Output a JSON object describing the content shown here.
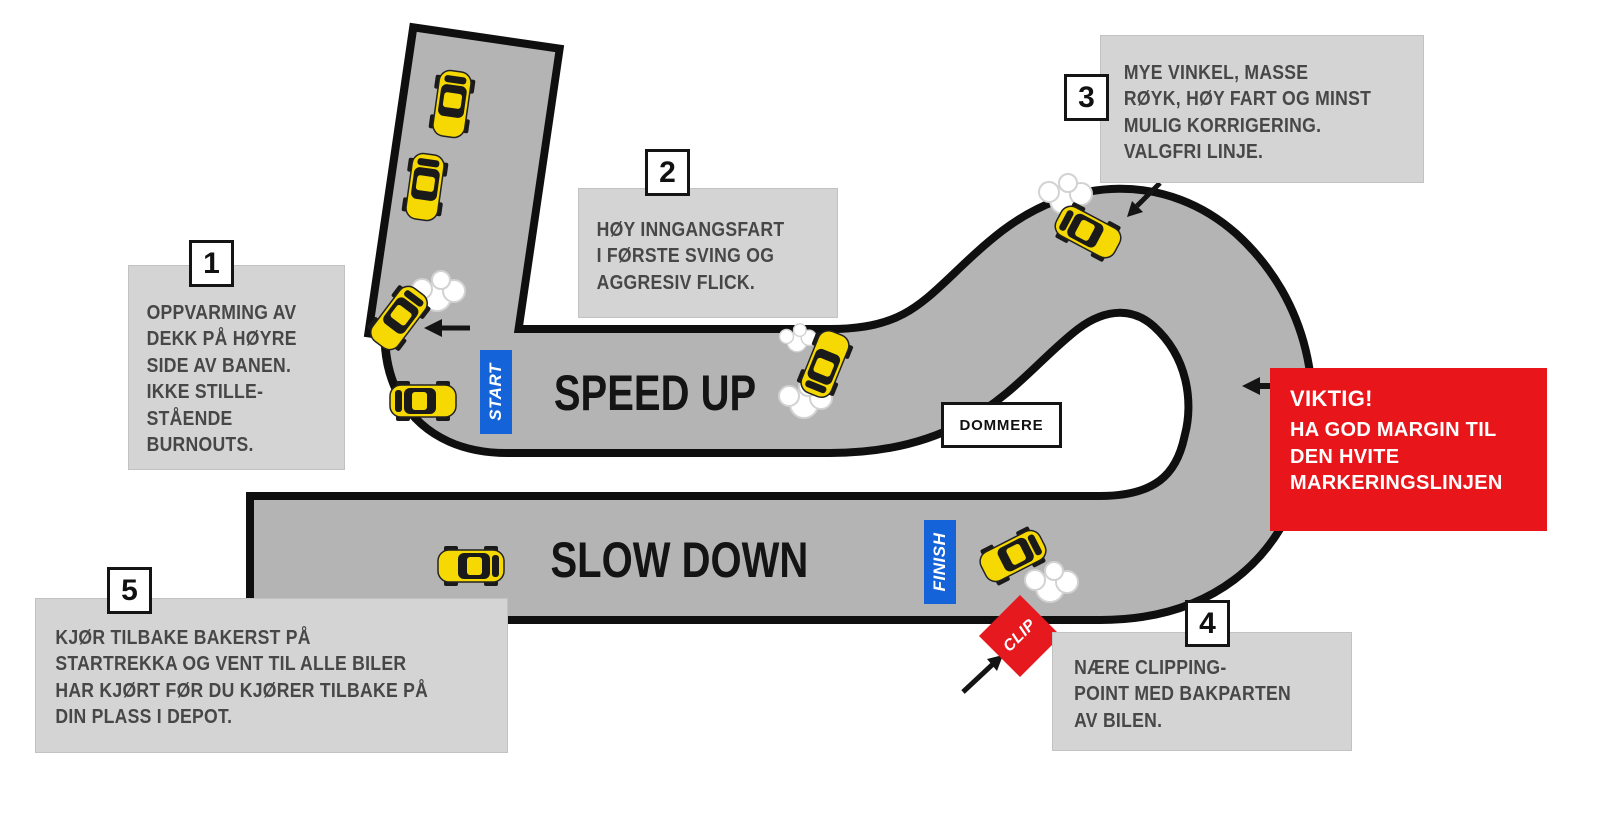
{
  "diagram": {
    "type": "drift-track-instruction-map",
    "track_fill": "#b4b4b4",
    "track_outline": "#0f0f0f",
    "speed_up_label": "SPEED UP",
    "slow_down_label": "SLOW DOWN"
  },
  "signs": {
    "start": {
      "label": "START",
      "color": "#1463d8"
    },
    "finish": {
      "label": "FINISH",
      "color": "#1463d8"
    },
    "clip": {
      "label": "CLIP",
      "color": "#e6191f"
    },
    "dommere": {
      "label": "DOMMERE"
    }
  },
  "notes": [
    {
      "number": "1",
      "text": "OPPVARMING AV\nDEKK PÅ HØYRE\nSIDE AV BANEN.\nIKKE STILLE-\nSTÅENDE\nBURNOUTS."
    },
    {
      "number": "2",
      "text": "HØY INNGANGSFART\nI FØRSTE SVING OG\nAGGRESIV FLICK."
    },
    {
      "number": "3",
      "text": "MYE VINKEL, MASSE\nRØYK, HØY FART OG MINST\nMULIG KORRIGERING.\nVALGFRI LINJE."
    },
    {
      "number": "4",
      "text": "NÆRE CLIPPING-\nPOINT MED BAKPARTEN\nAV BILEN."
    },
    {
      "number": "5",
      "text": "KJØR TILBAKE BAKERST PÅ\nSTARTREKKA OG VENT TIL ALLE BILER\nHAR KJØRT FØR DU KJØRER TILBAKE PÅ\nDIN PLASS I DEPOT."
    }
  ],
  "warning": {
    "title": "VIKTIG!",
    "text": "HA GOD MARGIN TIL\nDEN HVITE\nMARKERINGSLINJEN",
    "color": "#e8151b"
  },
  "cars": {
    "body_color": "#f6d903",
    "detail_color": "#1a1a1a",
    "count": 8
  }
}
